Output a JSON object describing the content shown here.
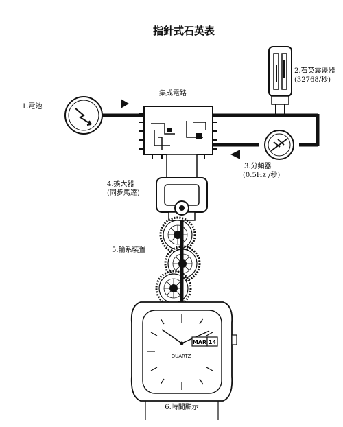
{
  "title": "指針式石英表",
  "labels": {
    "battery": "1.電池",
    "ic": "集成電路",
    "crystal_name": "2.石英震盪器",
    "crystal_freq": "(32768/秒)",
    "divider_name": "3.分頻器",
    "divider_freq": "(0.5Hz /秒)",
    "amplifier_name": "4.擴大器",
    "amplifier_sub": "(同步馬達)",
    "gear_train": "5.輪系裝置",
    "display": "6.時間顯示"
  },
  "watch": {
    "brand": "QUARTZ",
    "day": "MAR",
    "date": "14"
  }
}
